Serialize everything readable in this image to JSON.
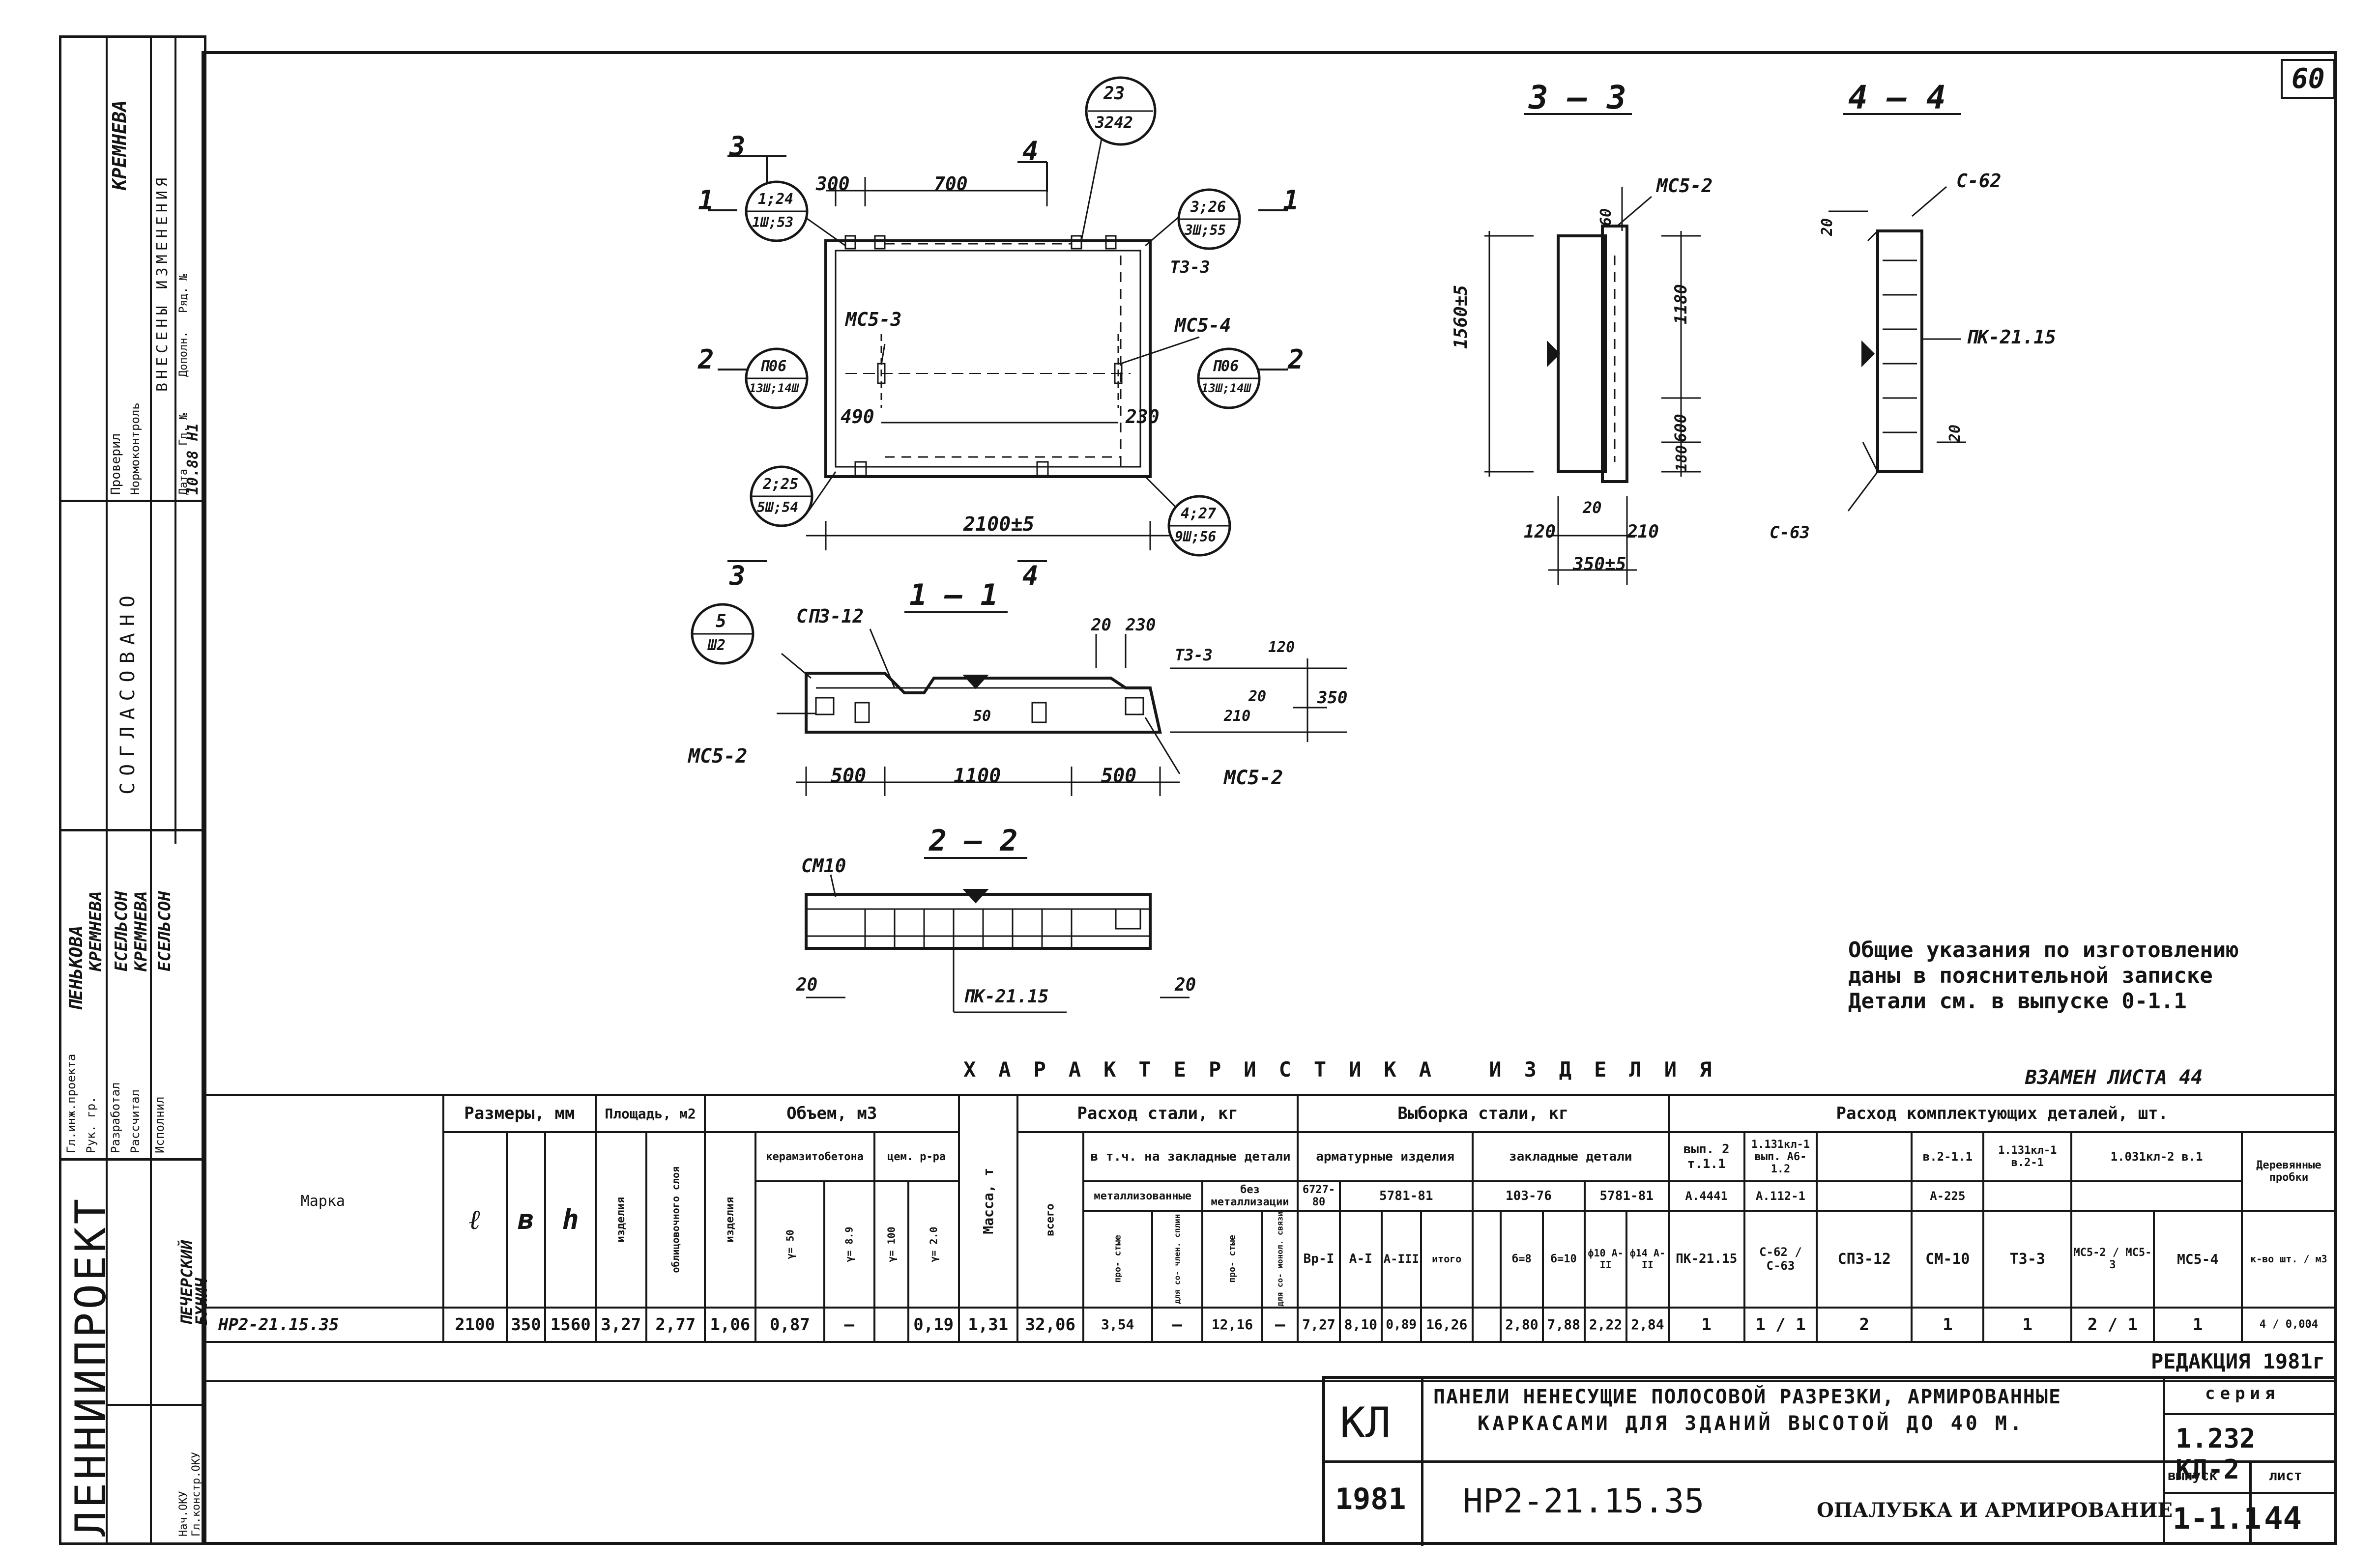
{
  "sheet": {
    "sheet_number_corner": "60",
    "org": "ЛЕННИИПРОЕКТ",
    "rev_note": "РЕДАКЦИЯ 1981г",
    "replaces": "ВЗАМЕН ЛИСТА 44",
    "general_notes": [
      "Общие указания по изготовлению",
      "даны в пояснительной записке",
      "Детали см. в выпуске 0-1.1"
    ]
  },
  "sidebar": {
    "rows_top": [
      "Проверил",
      "Нормоконтроль",
      "ВНЕСЕНЫ ИЗМЕНЕНИЯ",
      "Дата",
      "Гл. №",
      "Дополн.",
      "Ряд. №"
    ],
    "names_top": [
      "КРЕМНЕВА",
      "10.88",
      "Н1"
    ],
    "agreed": "СОГЛАСОВАНО",
    "roles": [
      "Гл.инж.проекта",
      "Рук. гр.",
      "Разработал",
      "Рассчитал",
      "Исполнил",
      "Нач.ОКУ",
      "Гл.констр.ОКУ"
    ],
    "people": [
      "ПЕНЬКОВА",
      "КРЕМНЕВА",
      "ЕСЕЛЬСОН",
      "КРЕМНЕВА",
      "ЕСЕЛЬСОН",
      "ПЕЧЕРСКИЙ",
      "БУНИЧ"
    ]
  },
  "drawing": {
    "callouts": [
      {
        "top": "23",
        "bottom": "3242"
      },
      {
        "top": "1;24",
        "bottom": "1Ш;53"
      },
      {
        "top": "3;26",
        "bottom": "3Ш;55"
      },
      {
        "top": "П06",
        "bottom": "13Ш;14Ш"
      },
      {
        "top": "П06",
        "bottom": "13Ш;14Ш"
      },
      {
        "top": "2;25",
        "bottom": "5Ш;54"
      },
      {
        "top": "4;27",
        "bottom": "9Ш;56"
      },
      {
        "top": "5",
        "bottom": "Ш2"
      }
    ],
    "labels": {
      "dim_300": "300",
      "dim_700": "700",
      "dim_490": "490",
      "dim_230": "230",
      "dim_2100": "2100±5",
      "dim_500a": "500",
      "dim_1100": "1100",
      "dim_500b": "500",
      "dim_20a": "20",
      "dim_20b": "20",
      "dim_50": "50",
      "dim_350v": "350",
      "dim_210v": "210",
      "dim_20v": "20",
      "dim_120v": "120",
      "dim_20top": "20",
      "dim_230top": "230",
      "dim_1560": "1560±5",
      "dim_1180": "1180",
      "dim_600": "600",
      "dim_180": "180",
      "dim_60": "60",
      "dim_120b": "120",
      "dim_210b": "210",
      "dim_20c": "20",
      "dim_350b": "350±5",
      "dim_20r": "20",
      "dim_20r2": "20",
      "mc5_3": "МС5-3",
      "mc5_4": "МС5-4",
      "t3_3a": "Т3-3",
      "t3_3b": "Т3-3",
      "sp3_12": "СП3-12",
      "mc5_2a": "МС5-2",
      "mc5_2b": "МС5-2",
      "mc5_2c": "МС5-2",
      "cm10": "СМ10",
      "pk_a": "ПК-21.15",
      "pk_b": "ПК-21.15",
      "c62": "С-62",
      "c63": "С-63",
      "sec_1": "1 — 1",
      "sec_2": "2 — 2",
      "sec_3": "3 — 3",
      "sec_4": "4 — 4",
      "cut_3a": "3",
      "cut_4a": "4",
      "cut_3b": "3",
      "cut_4b": "4",
      "cut_1a": "1",
      "cut_1b": "1",
      "cut_2a": "2",
      "cut_2b": "2"
    }
  },
  "table": {
    "title": "ХАРАКТЕРИСТИКА ИЗДЕЛИЯ",
    "h_marka": "Марка",
    "h_sizes": "Размеры, мм",
    "h_area": "Площадь, м2",
    "h_volume": "Объем, м3",
    "h_mass": "Масса, т",
    "h_steel": "Расход стали, кг",
    "h_select": "Выборка стали, кг",
    "h_parts": "Расход комплектующих деталей, шт.",
    "sub": {
      "l": "ℓ",
      "b": "в",
      "h": "h",
      "area_item": "изделия",
      "area_face": "облицовочного слоя",
      "vol_item": "изделия",
      "vol_ker": "керамзитобетона",
      "vol_cem": "цем. р-ра",
      "vol_g50": "γ= 50",
      "vol_g89": "γ= 8.9",
      "vol_g100": "γ= 100",
      "vol_g20": "γ= 2.0",
      "steel_total": "всего",
      "steel_incl": "в т.ч. на закладные детали",
      "steel_met": "металлизованные",
      "steel_nomet": "без металлизации",
      "steel_prost": "про- стые",
      "steel_svar": "для со- член. сплин",
      "steel_prost2": "про- стые",
      "steel_monol": "для со- монол. связи",
      "sel_arm": "арматурные изделия",
      "sel_zakl": "закладные детали",
      "sel_gost1": "6727-80",
      "sel_gost2": "5781-81",
      "sel_gost3": "103-76",
      "sel_gost4": "5781-81",
      "sel_vr": "Вр-I",
      "sel_a1": "А-I",
      "sel_a3": "А-III",
      "sel_itogo": "итого",
      "sel_d8": "б=8",
      "sel_d10": "б=10",
      "sel_f10": "ф10 А-II",
      "sel_f14": "ф14 А-II",
      "p_vyp1": "вып. 2 т.1.1",
      "p_vyp2": "1.131кл-1 вып. А6-1.2",
      "p_vyp3": "в.2-1.1",
      "p_vyp4": "1.131кл-1 в.2-1",
      "p_vyp5": "1.031кл-2 в.1",
      "p_a": "А.4441",
      "p_b": "А.112-1",
      "p_c": "А-225",
      "p_pk": "ПК-21.15",
      "p_c62": "С-62",
      "p_c63": "С-63",
      "p_sp": "СП3-12",
      "p_cm": "СМ-10",
      "p_t3": "Т3-3",
      "p_mc52": "МС5-2",
      "p_mc53": "МС5-3",
      "p_mc54": "МС5-4",
      "p_wood": "Деревянные пробки",
      "p_wood2": "к-во шт. / м3"
    },
    "row": {
      "marka": "НР2-21.15.35",
      "l": "2100",
      "b": "350",
      "h": "1560",
      "area_item": "3,27",
      "area_face": "2,77",
      "vol_item": "1,06",
      "vol_ker1": "0,87",
      "vol_ker2": "—",
      "vol_cem": "0,19",
      "mass": "1,31",
      "steel_total": "32,06",
      "steel_p1": "3,54",
      "steel_p2": "—",
      "steel_p3": "12,16",
      "steel_p4": "—",
      "sel_vr": "7,27",
      "sel_a1": "8,10",
      "sel_a3": "0,89",
      "sel_itogo": "16,26",
      "sel_blank": "",
      "sel_d8": "2,80",
      "sel_d10": "7,88",
      "sel_f10": "2,22",
      "sel_f14": "2,84",
      "p_pk": "1",
      "p_c62": "1",
      "p_c63": "1",
      "p_sp": "2",
      "p_cm": "1",
      "p_t3": "1",
      "p_mc5a": "2",
      "p_mc5b": "1",
      "p_mc54": "1",
      "p_wood1": "4",
      "p_wood2": "0,004"
    }
  },
  "title_block": {
    "kl": "КЛ",
    "description": [
      "ПАНЕЛИ НЕНЕСУЩИЕ ПОЛОСОВОЙ РАЗРЕЗКИ, АРМИРОВАННЫЕ",
      "КАРКАСАМИ ДЛЯ ЗДАНИЙ ВЫСОТОЙ ДО 40 М."
    ],
    "series_label": "серия",
    "series": "1.232 КЛ-2",
    "year": "1981",
    "mark": "НР2-21.15.35",
    "sheet_title": "ОПАЛУБКА И АРМИРОВАНИЕ",
    "vyp_label": "выпуск",
    "vyp": "1-1.1",
    "list_label": "лист",
    "list": "44"
  }
}
